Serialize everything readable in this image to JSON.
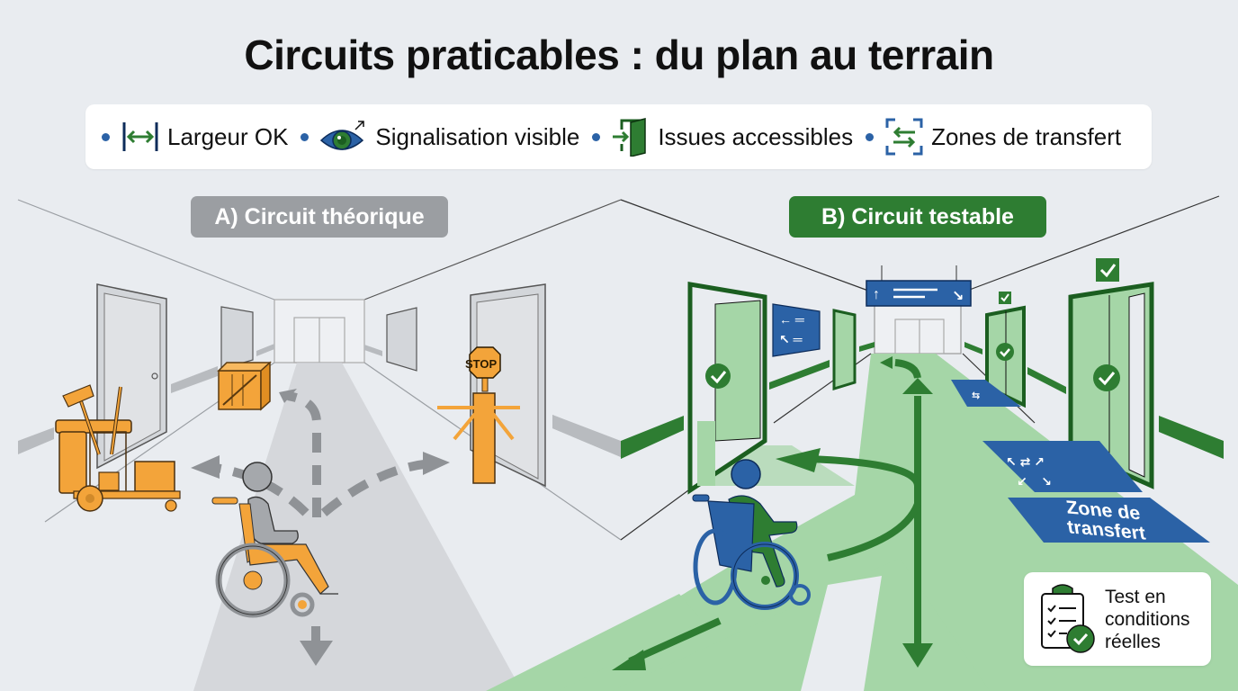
{
  "title": "Circuits praticables : du plan au terrain",
  "legend": {
    "items": [
      {
        "icon": "width-arrows-icon",
        "label": "Largeur OK"
      },
      {
        "icon": "eye-icon",
        "label": "Signalisation visible"
      },
      {
        "icon": "exit-door-icon",
        "label": "Issues accessibles"
      },
      {
        "icon": "transfer-zone-icon",
        "label": "Zones de transfert"
      }
    ]
  },
  "panels": {
    "a": {
      "label": "A) Circuit théorique",
      "color": "#9b9ea2"
    },
    "b": {
      "label": "B) Circuit testable",
      "color": "#2e7d32"
    }
  },
  "scene_a": {
    "obstacles": [
      "cleaning-cart",
      "wooden-crate",
      "turnstile"
    ],
    "stop_sign": "STOP"
  },
  "scene_b": {
    "floor_marking": {
      "line1": "Zone de",
      "line2": "transfert"
    },
    "test_card": {
      "line1": "Test en",
      "line2": "conditions",
      "line3": "réelles"
    }
  },
  "colors": {
    "background": "#e9ecf0",
    "green": "#2e7d32",
    "light_green": "#a5d6a7",
    "blue": "#2b62a6",
    "orange": "#f3a43a",
    "gray": "#9b9ea2"
  }
}
